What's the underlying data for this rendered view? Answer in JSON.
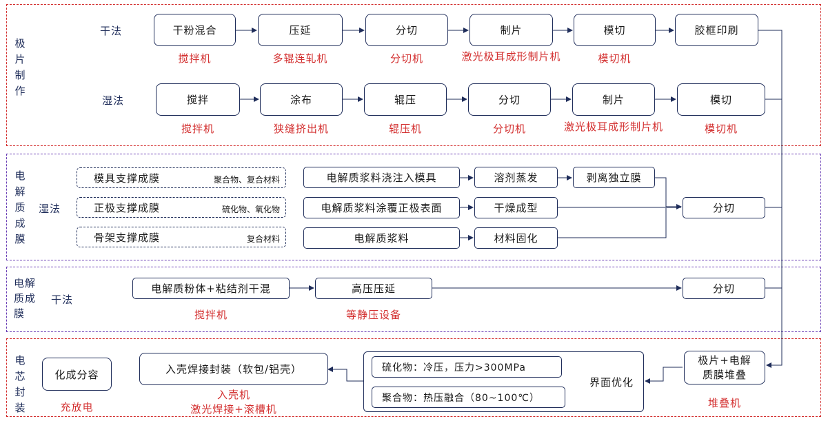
{
  "sections": {
    "electrode": {
      "title": [
        "极",
        "片",
        "制",
        "作"
      ],
      "dry": {
        "label": "干法",
        "steps": [
          "干粉混合",
          "压延",
          "分切",
          "制片",
          "模切",
          "胶框印刷"
        ],
        "machines": [
          "搅拌机",
          "多辊连轧机",
          "分切机",
          "激光极耳成形制片机",
          "模切机"
        ]
      },
      "wet": {
        "label": "湿法",
        "steps": [
          "搅拌",
          "涂布",
          "辊压",
          "分切",
          "制片",
          "模切"
        ],
        "machines": [
          "搅拌机",
          "狭缝挤出机",
          "辊压机",
          "分切机",
          "激光极耳成形制片机",
          "模切机"
        ]
      }
    },
    "electrolyte_wet": {
      "title": [
        "电",
        "解",
        "质",
        "成",
        "膜"
      ],
      "label": "湿法",
      "methods": [
        {
          "name": "模具支撑成膜",
          "note": "聚合物、复合材料"
        },
        {
          "name": "正极支撑成膜",
          "note": "硫化物、氧化物"
        },
        {
          "name": "骨架支撑成膜",
          "note": "复合材料"
        }
      ],
      "processes": [
        "电解质浆料浇注入模具",
        "电解质浆料涂覆正极表面",
        "电解质浆料"
      ],
      "next": [
        "溶剂蒸发",
        "干燥成型",
        "材料固化"
      ],
      "peel": "剥离独立膜",
      "cut": "分切"
    },
    "electrolyte_dry": {
      "title_lines": [
        "电解",
        "质成",
        "膜"
      ],
      "label": "干法",
      "mix": "电解质粉体+粘结剂干混",
      "press": "高压压延",
      "cut": "分切",
      "machines": [
        "搅拌机",
        "等静压设备"
      ]
    },
    "cell": {
      "title": [
        "电",
        "芯",
        "封",
        "装"
      ],
      "stack": [
        "极片+电解",
        "质膜堆叠"
      ],
      "stack_machine": "堆叠机",
      "interface": "界面优化",
      "sulfide": "硫化物：冷压，压力>300MPa",
      "polymer": "聚合物：热压融合（80~100℃）",
      "encap": "入壳焊接封装（软包/铝壳）",
      "encap_machines": [
        "入壳机",
        "激光焊接+滚槽机"
      ],
      "formation": "化成分容",
      "formation_machine": "充放电"
    }
  },
  "colors": {
    "red": "#d32f2f",
    "purple": "#6a3fb5",
    "navy": "#1f2d5a"
  }
}
